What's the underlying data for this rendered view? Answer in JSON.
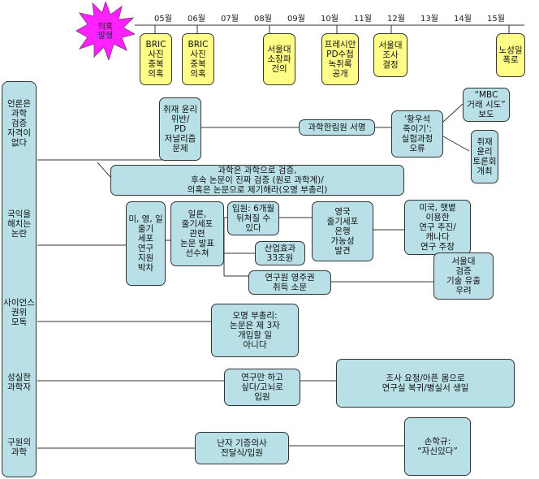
{
  "colors": {
    "burst": "#ff22ff",
    "timeline_event": "#ffff88",
    "topic_box": "#b8e0e6",
    "category_column": "#b8e0e6"
  },
  "burst": {
    "text": "의혹\n발생"
  },
  "timeline": {
    "months": [
      "05월",
      "06월",
      "07월",
      "08월",
      "09월",
      "10월",
      "11월",
      "12월",
      "13월",
      "14월",
      "15월"
    ],
    "events": [
      "BRIC\n사진\n중복\n의혹",
      "BRIC\n사진\n중복\n의혹",
      "서울대\n소장파\n건의",
      "프레시안\nPD수첩\n녹취록\n공개",
      "서울대\n조사\n결정",
      "노성일\n폭로"
    ]
  },
  "categories": [
    "언론은\n과학\n검증\n자격이\n없다",
    "국익을\n해치는\n논란",
    "사이언스\n권위\n모독",
    "성실한\n과학자",
    "구원의\n과학"
  ],
  "boxes": {
    "ethics": "취재 윤리\n위반/\nPD\n저널리즘\n문제",
    "sci_oath": "과학한림원 서명",
    "hwang_kill": "‘황우석\n죽이기’:\n실험과정\n오류",
    "mbc": "“MBC\n거래 시도”\n보도",
    "ethics_forum": "취재\n윤리\n토론회\n개최",
    "verify": "과학은 과학으로 검증,\n후속 논문이 진짜 검증 (원로 과학계)/\n의혹은 논문으로 제기해라(오명 부총리)",
    "stem_support": "미, 영, 일\n줄기\n세포\n연구\n지원\n박차",
    "japan_paper": "일론,\n줄기세포\n관련\n논문 발표\n선수쳐",
    "six_months": "입원: 6개월\n뒤쳐질 수\n있다",
    "british_bank": "영국\n줄기세포\n은행\n가능성\n발견",
    "us_us_research": "미국, 햇볕\n이용한\n연구 추진/\n캐나다\n연구 주장",
    "industry_effect": "산업효과\n33조원",
    "patent": "연구원 영주권\n취득 소문",
    "brain_drain": "서울대\n검증\n기술 유출\n우려",
    "science_paper": "오명 부총리:\n논문은 제 3자\n개입할 일\n아니다",
    "only_research": "연구만 하고\n싶다/고뇌로\n입원",
    "investigation": "조사 요청/아픈 몸으로\n연구실 복귀/병실서 생일",
    "patients": "난자 기증의사\n전달식/입원",
    "son_quote": "손학규:\n“자신있다”"
  }
}
